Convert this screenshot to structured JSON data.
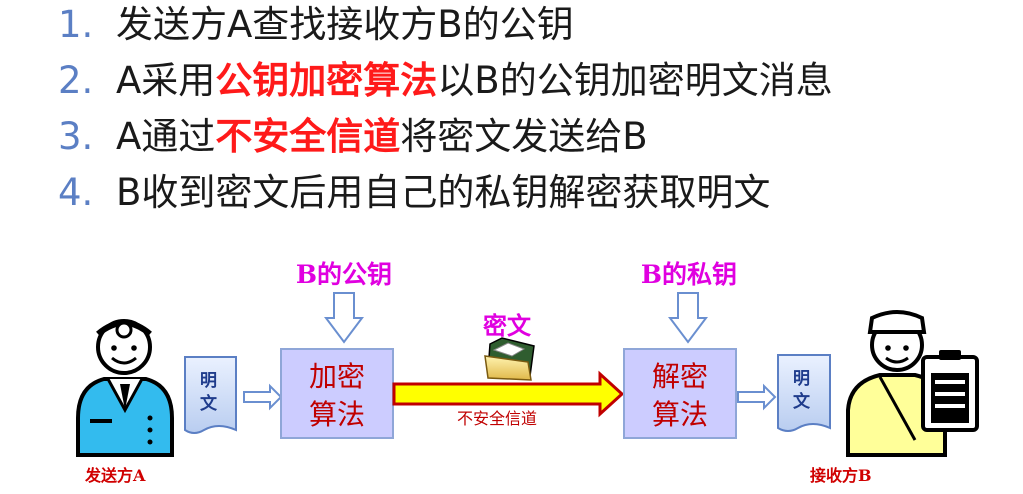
{
  "steps": [
    {
      "num": "1.",
      "before": "发送方A查找接收方B的公钥",
      "highlight": "",
      "after": ""
    },
    {
      "num": "2.",
      "before": "A采用",
      "highlight": "公钥加密算法",
      "after": "以B的公钥加密明文消息"
    },
    {
      "num": "3.",
      "before": "A通过",
      "highlight": "不安全信道",
      "after": "将密文发送给B"
    },
    {
      "num": "4.",
      "before": "B收到密文后用自己的私钥解密获取明文",
      "highlight": "",
      "after": ""
    }
  ],
  "diagram": {
    "public_key_label": "B的公钥",
    "private_key_label": "B的私钥",
    "encrypt_line1": "加密",
    "encrypt_line2": "算法",
    "decrypt_line1": "解密",
    "decrypt_line2": "算法",
    "plaintext_line1": "明",
    "plaintext_line2": "文",
    "ciphertext_label": "密文",
    "channel_label": "不安全信道",
    "sender_label": "发送方A",
    "receiver_label": "接收方B"
  },
  "colors": {
    "accent_highlight": "#ff1a1a",
    "key_label": "#e000e0",
    "algorithm_box_fill": "#ccccff",
    "algorithm_box_border": "#8fa6d8",
    "channel_bar": "#ffff00",
    "channel_border": "#c00000",
    "sender_body": "#33bbee",
    "receiver_body": "#ffff99"
  },
  "icons": [
    "doctor-icon",
    "nurse-icon",
    "document-icon",
    "folder-icon",
    "clipboard-icon"
  ]
}
